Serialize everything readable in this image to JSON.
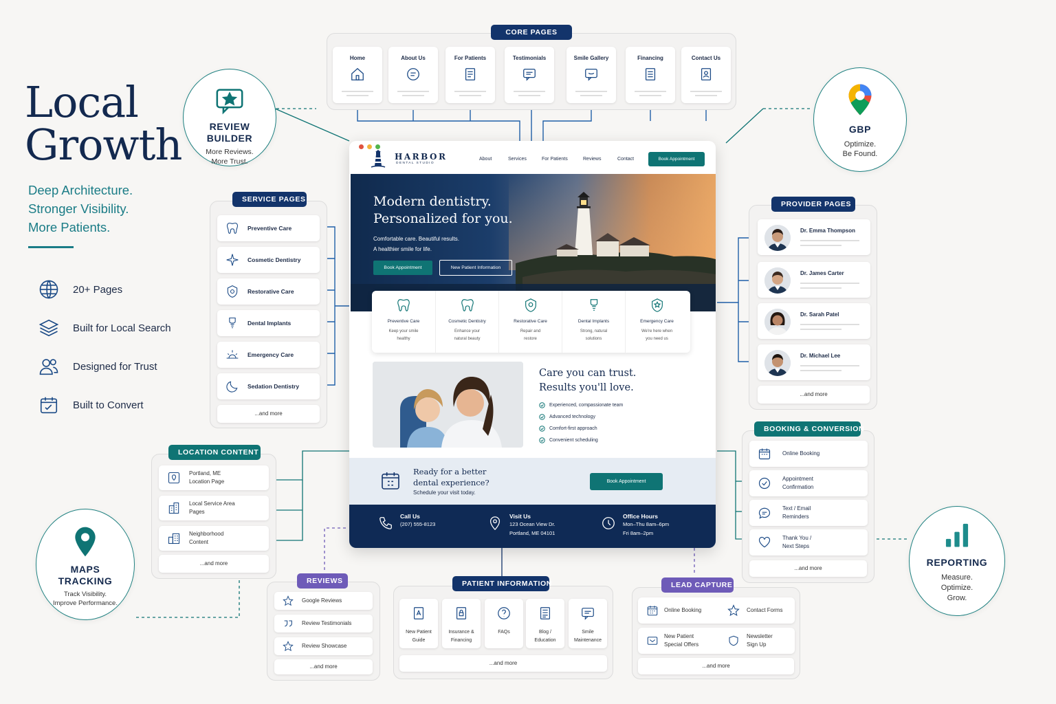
{
  "hero_title": {
    "line1": "Local",
    "line2": "Growth"
  },
  "taglines": [
    "Deep Architecture.",
    "Stronger Visibility.",
    "More Patients."
  ],
  "features": [
    {
      "icon": "globe-icon",
      "label": "20+ Pages"
    },
    {
      "icon": "layers-icon",
      "label": "Built for Local Search"
    },
    {
      "icon": "users-icon",
      "label": "Designed for Trust"
    },
    {
      "icon": "calendar-icon",
      "label": "Built to Convert"
    }
  ],
  "review_builder": {
    "title1": "REVIEW",
    "title2": "BUILDER",
    "line1": "More Reviews.",
    "line2": "More Trust."
  },
  "gbp": {
    "title": "GBP",
    "line1": "Optimize.",
    "line2": "Be Found."
  },
  "maps_tracking": {
    "title1": "MAPS",
    "title2": "TRACKING",
    "line1": "Track Visibility.",
    "line2": "Improve Performance."
  },
  "reporting": {
    "title": "REPORTING",
    "line1": "Measure.",
    "line2": "Optimize.",
    "line3": "Grow."
  },
  "core_pages": {
    "tag": "CORE PAGES",
    "items": [
      "Home",
      "About Us",
      "For Patients",
      "Testimonials",
      "Smile Gallery",
      "Financing",
      "Contact Us"
    ]
  },
  "service_pages": {
    "tag": "SERVICE PAGES",
    "items": [
      "Preventive Care",
      "Cosmetic Dentistry",
      "Restorative Care",
      "Dental Implants",
      "Emergency Care",
      "Sedation Dentistry"
    ],
    "more": "...and more"
  },
  "location_content": {
    "tag": "LOCATION CONTENT",
    "items": [
      {
        "l1": "Portland, ME",
        "l2": "Location Page"
      },
      {
        "l1": "Local Service Area",
        "l2": "Pages"
      },
      {
        "l1": "Neighborhood",
        "l2": "Content"
      }
    ],
    "more": "...and more"
  },
  "reviews": {
    "tag": "REVIEWS",
    "items": [
      "Google Reviews",
      "Review Testimonials",
      "Review Showcase"
    ],
    "more": "...and more"
  },
  "patient_information": {
    "tag": "PATIENT INFORMATION",
    "items": [
      {
        "l1": "New Patient",
        "l2": "Guide"
      },
      {
        "l1": "Insurance &",
        "l2": "Financing"
      },
      {
        "l1": "FAQs",
        "l2": ""
      },
      {
        "l1": "Blog /",
        "l2": "Education"
      },
      {
        "l1": "Smile",
        "l2": "Maintenance"
      }
    ],
    "more": "...and more"
  },
  "lead_capture": {
    "tag": "LEAD CAPTURE",
    "items": [
      {
        "l1": "Online Booking",
        "l2": ""
      },
      {
        "l1": "Contact Forms",
        "l2": ""
      },
      {
        "l1": "New Patient",
        "l2": "Special Offers"
      },
      {
        "l1": "Newsletter",
        "l2": "Sign Up"
      }
    ],
    "more": "...and more"
  },
  "provider_pages": {
    "tag": "PROVIDER PAGES",
    "items": [
      "Dr. Emma Thompson",
      "Dr. James Carter",
      "Dr. Sarah Patel",
      "Dr. Michael Lee"
    ],
    "more": "...and more"
  },
  "booking_conversion": {
    "tag": "BOOKING & CONVERSION",
    "items": [
      {
        "l1": "Online Booking",
        "l2": ""
      },
      {
        "l1": "Appointment",
        "l2": "Confirmation"
      },
      {
        "l1": "Text / Email",
        "l2": "Reminders"
      },
      {
        "l1": "Thank You /",
        "l2": "Next Steps"
      }
    ],
    "more": "...and more"
  },
  "website": {
    "brand": "HARBOR",
    "brand_sub": "DENTAL STUDIO",
    "nav": [
      "About",
      "Services",
      "For Patients",
      "Reviews",
      "Contact"
    ],
    "nav_cta": "Book Appointment",
    "hero": {
      "h1": "Modern dentistry.",
      "h2": "Personalized for you.",
      "p1": "Comfortable care. Beautiful results.",
      "p2": "A healthier smile for life.",
      "btn1": "Book Appointment",
      "btn2": "New Patient Information"
    },
    "services": [
      {
        "t": "Preventive Care",
        "d1": "Keep your smile",
        "d2": "healthy"
      },
      {
        "t": "Cosmetic Dentistry",
        "d1": "Enhance your",
        "d2": "natural beauty"
      },
      {
        "t": "Restorative Care",
        "d1": "Repair and",
        "d2": "restore"
      },
      {
        "t": "Dental Implants",
        "d1": "Strong, natural",
        "d2": "solutions"
      },
      {
        "t": "Emergency Care",
        "d1": "We're here when",
        "d2": "you need us"
      }
    ],
    "trust": {
      "h1": "Care you can trust.",
      "h2": "Results you'll love.",
      "checks": [
        "Experienced, compassionate team",
        "Advanced technology",
        "Comfort-first approach",
        "Convenient scheduling"
      ]
    },
    "cta": {
      "h1": "Ready for a better",
      "h2": "dental experience?",
      "p": "Schedule your visit today.",
      "btn": "Book Appointment"
    },
    "footer": {
      "call": {
        "t": "Call Us",
        "l1": "(207) 555-8123"
      },
      "visit": {
        "t": "Visit Us",
        "l1": "123 Ocean View Dr.",
        "l2": "Portland, ME 04101"
      },
      "hours": {
        "t": "Office Hours",
        "l1": "Mon–Thu 8am–6pm",
        "l2": "Fri 8am–2pm"
      }
    }
  },
  "colors": {
    "navy": "#13346b",
    "teal": "#0f7474",
    "purple": "#6e5bb8",
    "bg": "#f7f6f4"
  }
}
